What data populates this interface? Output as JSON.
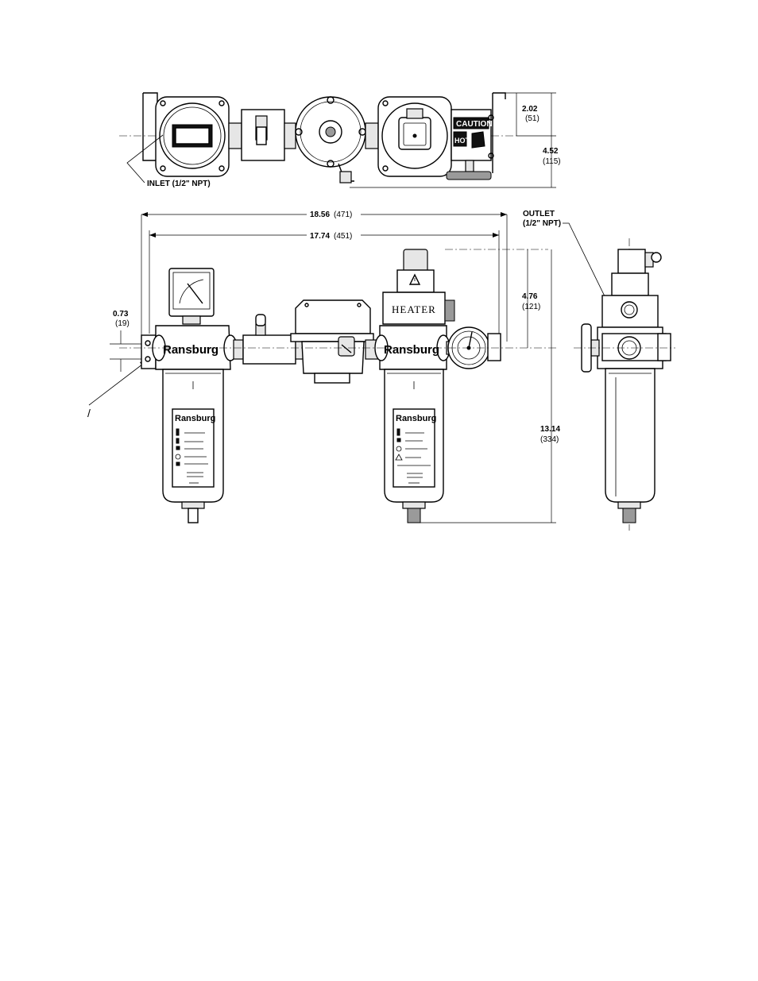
{
  "top_view": {
    "inlet_label": "INLET (1/2\" NPT)",
    "dim_height_small": "2.02",
    "dim_height_small_mm": "(51)",
    "dim_height_total": "4.52",
    "dim_height_total_mm": "(115)",
    "caution_label": "CAUTION",
    "hot_label": "HOT"
  },
  "front_view": {
    "dim_overall": "18.56",
    "dim_overall_mm": "(471)",
    "dim_mount": "17.74",
    "dim_mount_mm": "(451)",
    "dim_left": "0.73",
    "dim_left_mm": "(19)",
    "dim_top": "4.76",
    "dim_top_mm": "(121)",
    "dim_height": "13.14",
    "dim_height_mm": "(334)",
    "outlet_label_1": "OUTLET",
    "outlet_label_2": "(1/2\" NPT)",
    "brand_left": "Ransburg",
    "brand_right": "Ransburg",
    "heater_label": "HEATER",
    "label_brand_left": "Ransburg",
    "label_brand_right": "Ransburg",
    "stray_mark": "/"
  }
}
